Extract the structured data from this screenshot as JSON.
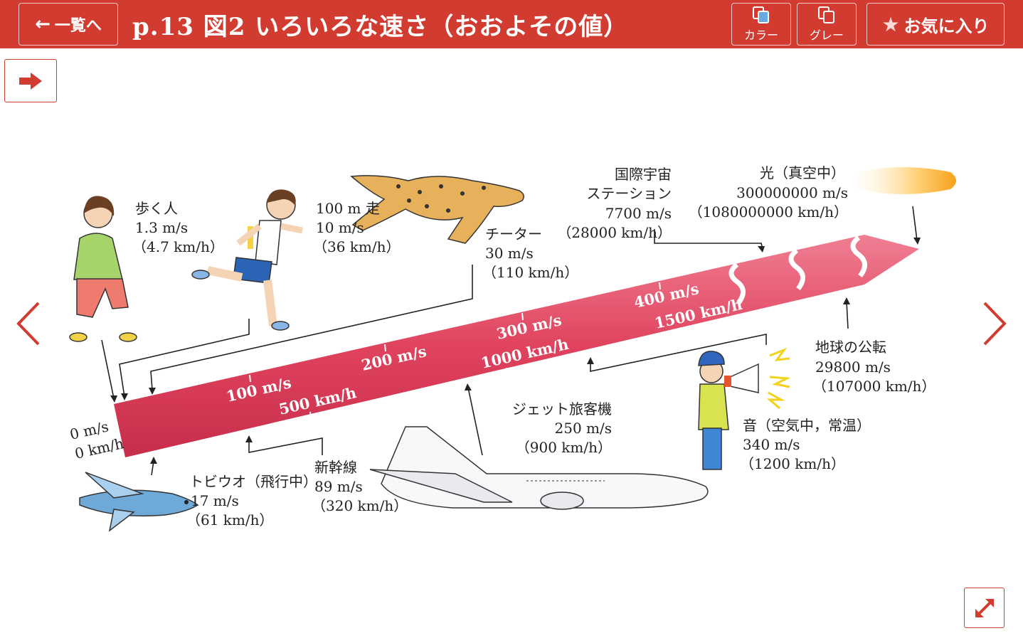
{
  "header": {
    "back_label": "一覧へ",
    "title": "p.13 図2 いろいろな速さ（おおよその値）",
    "color_label": "カラー",
    "gray_label": "グレー",
    "favorite_label": "お気に入り"
  },
  "colors": {
    "accent": "#d23b30",
    "band": "#e0435e"
  },
  "icons": [
    "back-arrow-icon",
    "color-copy-icon",
    "gray-copy-icon",
    "star-icon",
    "next-arrow-icon",
    "chevron-left-icon",
    "chevron-right-icon",
    "expand-icon"
  ],
  "figure": {
    "origin": {
      "ms": "0 m/s",
      "kmh": "0 km/h"
    },
    "band_ms": [
      "100 m/s",
      "200 m/s",
      "300 m/s",
      "400 m/s"
    ],
    "band_kmh": [
      "500 km/h",
      "1000 km/h",
      "1500 km/h"
    ],
    "walker": {
      "name": "歩く人",
      "ms": "1.3 m/s",
      "kmh": "（4.7 km/h）"
    },
    "runner": {
      "name": "100 m 走",
      "ms": "10 m/s",
      "kmh": "（36 km/h）"
    },
    "cheetah": {
      "name": "チーター",
      "ms": "30 m/s",
      "kmh": "（110 km/h）"
    },
    "station": {
      "name1": "国際宇宙",
      "name2": "ステーション",
      "ms": "7700 m/s",
      "kmh": "（28000 km/h）"
    },
    "light": {
      "name": "光（真空中）",
      "ms": "300000000 m/s",
      "kmh": "（1080000000 km/h）"
    },
    "earth": {
      "name": "地球の公転",
      "ms": "29800 m/s",
      "kmh": "（107000 km/h）"
    },
    "sound": {
      "name": "音（空気中，常温）",
      "ms": "340 m/s",
      "kmh": "（1200 km/h）"
    },
    "jet": {
      "name": "ジェット旅客機",
      "ms": "250 m/s",
      "kmh": "（900 km/h）"
    },
    "shinkansen": {
      "name": "新幹線",
      "ms": "89 m/s",
      "kmh": "（320 km/h）"
    },
    "flyingfish": {
      "name": "トビウオ（飛行中）",
      "ms": "17 m/s",
      "kmh": "（61 km/h）"
    }
  }
}
